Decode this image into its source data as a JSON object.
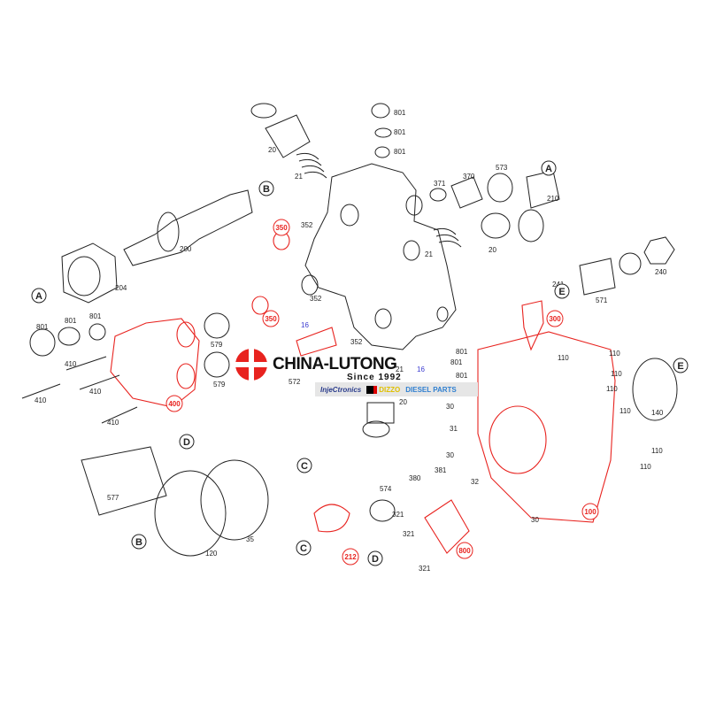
{
  "diagram": {
    "part_numbers": [
      "20",
      "21",
      "801",
      "801",
      "801",
      "371",
      "370",
      "573",
      "210",
      "352",
      "200",
      "204",
      "21",
      "20",
      "241",
      "240",
      "571",
      "801",
      "801",
      "801",
      "579",
      "352",
      "352",
      "579",
      "410",
      "410",
      "410",
      "410",
      "572",
      "21",
      "801",
      "801",
      "801",
      "20",
      "110",
      "110",
      "110",
      "110",
      "110",
      "140",
      "30",
      "31",
      "577",
      "120",
      "35",
      "574",
      "380",
      "381",
      "30",
      "32",
      "321",
      "321",
      "321",
      "30",
      "110",
      "110"
    ],
    "assembly_numbers": [
      "350",
      "350",
      "400",
      "300",
      "212",
      "800",
      "100"
    ],
    "blue_numbers": [
      "16",
      "16"
    ],
    "reference_letters": [
      "B",
      "A",
      "A",
      "E",
      "E",
      "D",
      "C",
      "B",
      "C",
      "D"
    ],
    "colors": {
      "line": "#222222",
      "assembly": "#e8231f",
      "highlight": "#3a3ad0"
    }
  },
  "watermark": {
    "company": "CHINA-LUTONG",
    "since": "Since 1992",
    "brands": [
      "InjeCtronics",
      "DIZZO",
      "DIESEL PARTS"
    ]
  }
}
